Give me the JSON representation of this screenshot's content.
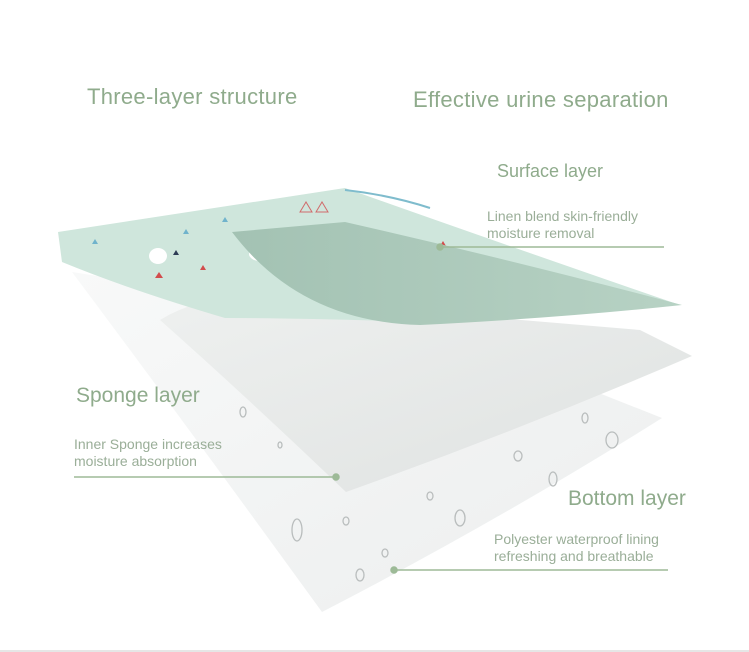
{
  "headings": {
    "left": "Three-layer structure",
    "right": "Effective urine separation"
  },
  "layers": [
    {
      "title": "Surface layer",
      "description": [
        "Linen blend skin-friendly",
        "moisture removal"
      ]
    },
    {
      "title": "Sponge layer",
      "description": [
        "Inner Sponge increases",
        "moisture absorption"
      ]
    },
    {
      "title": "Bottom layer",
      "description": [
        "Polyester waterproof lining",
        "refreshing and breathable"
      ]
    }
  ],
  "colors": {
    "text": "#8fab8c",
    "line": "#9dba97",
    "surface": "#cfe6dc",
    "flap": "#a9c7b8",
    "sponge": "#e9ebea",
    "bottom": "#f4f5f5"
  }
}
